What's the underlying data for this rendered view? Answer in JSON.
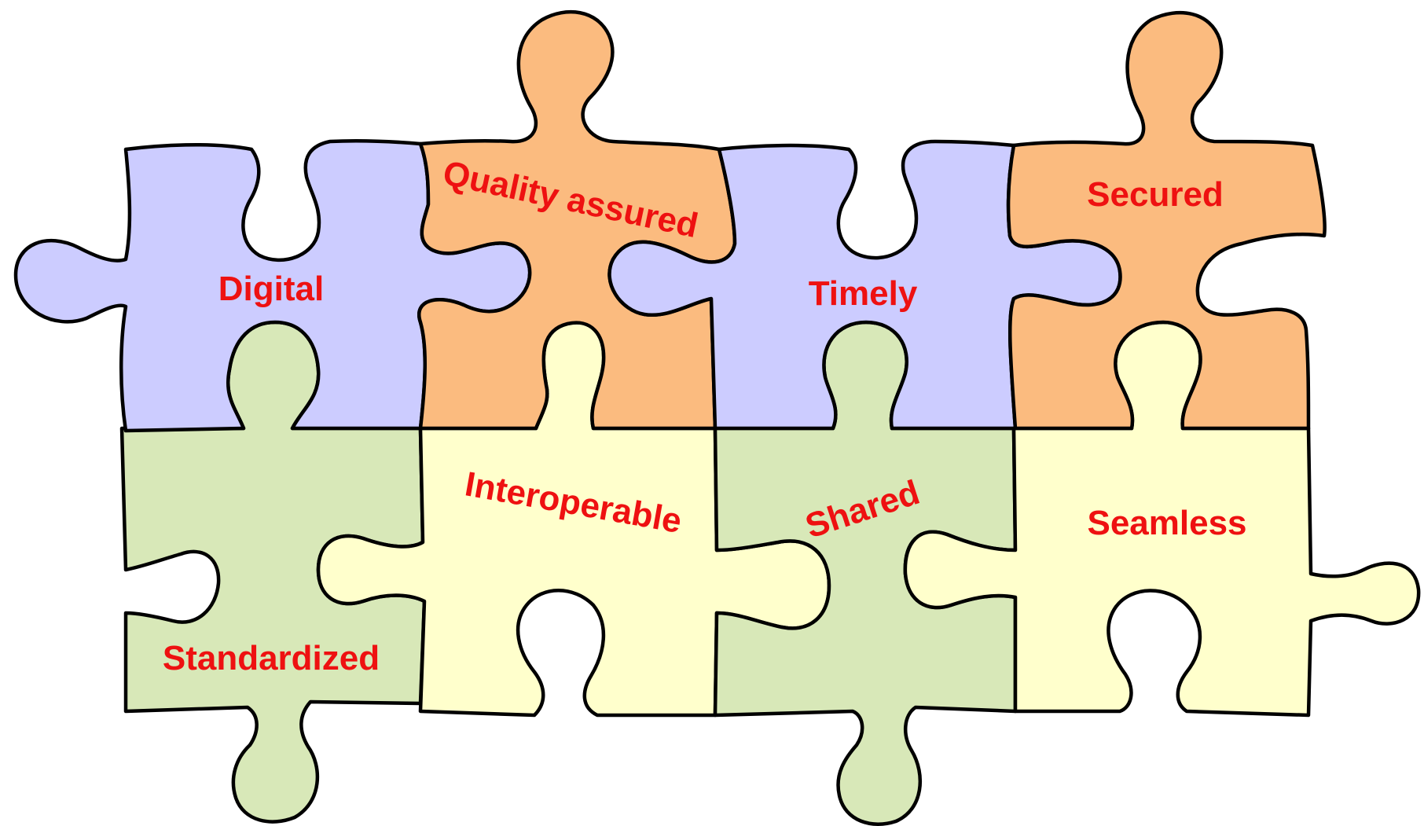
{
  "colors": {
    "purple": "#ccccff",
    "orange": "#fbbb7f",
    "green": "#d8e8b8",
    "yellow": "#ffffcc",
    "outline": "#000000",
    "label": "#ee1111"
  },
  "pieces": [
    {
      "id": "digital",
      "label": "Digital",
      "color": "purple",
      "row": 1,
      "column": 1
    },
    {
      "id": "quality-assured",
      "label": "Quality assured",
      "color": "orange",
      "row": 1,
      "column": 2
    },
    {
      "id": "timely",
      "label": "Timely",
      "color": "purple",
      "row": 1,
      "column": 3
    },
    {
      "id": "secured",
      "label": "Secured",
      "color": "orange",
      "row": 1,
      "column": 4
    },
    {
      "id": "standardized",
      "label": "Standardized",
      "color": "green",
      "row": 2,
      "column": 1
    },
    {
      "id": "interoperable",
      "label": "Interoperable",
      "color": "yellow",
      "row": 2,
      "column": 2
    },
    {
      "id": "shared",
      "label": "Shared",
      "color": "green",
      "row": 2,
      "column": 3
    },
    {
      "id": "seamless",
      "label": "Seamless",
      "color": "yellow",
      "row": 2,
      "column": 4
    }
  ]
}
